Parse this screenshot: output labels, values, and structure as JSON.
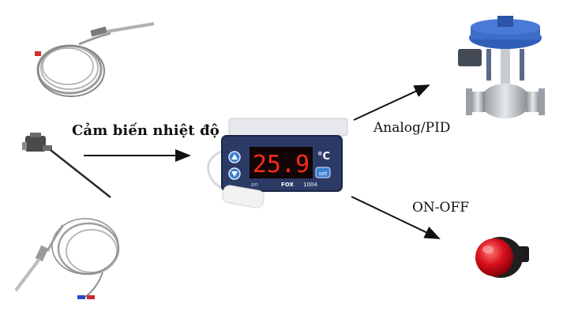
{
  "labels": {
    "sensor": "Cảm biến nhiệt độ",
    "analog": "Analog/PID",
    "onoff": "ON-OFF"
  },
  "controller": {
    "display_value": "25.9",
    "unit": "°C",
    "brand": "FOX",
    "model": "1004",
    "indicator": "on",
    "set_button": "set",
    "up_icon": "triangle-up-icon",
    "down_icon": "triangle-down-icon"
  },
  "colors": {
    "display_red": "#ff2a1a",
    "panel_blue": "#2c3a66",
    "button_blue": "#3a7fd0",
    "valve_blue": "#2f5fb8",
    "lamp_red": "#d8101c"
  }
}
